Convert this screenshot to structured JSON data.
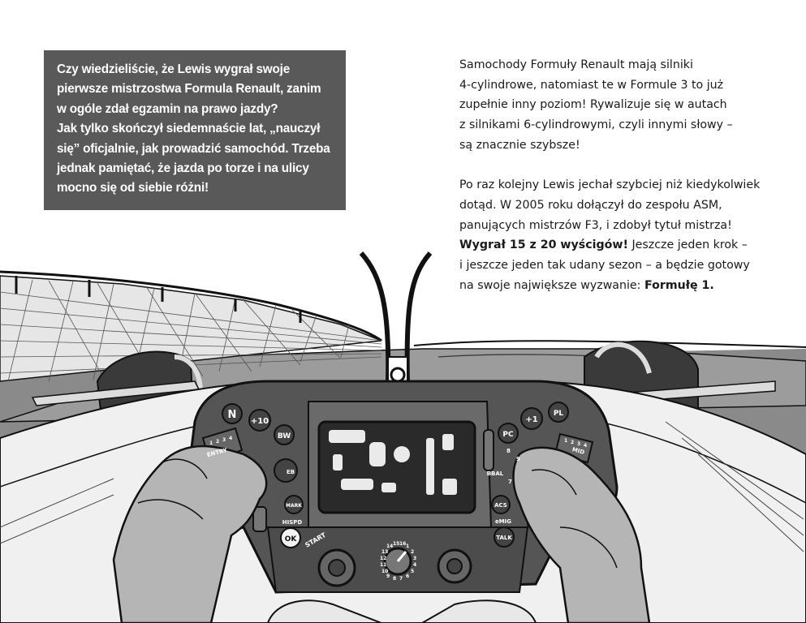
{
  "fact_box": {
    "lines": [
      "Czy wiedzieliście, że Lewis wygrał swoje",
      "pierwsze mistrzostwa Formula Renault, zanim",
      "w ogóle zdał egzamin na prawo jazdy?",
      "Jak tylko skończył siedemnaście lat, „nauczył",
      "się” oficjalnie, jak prowadzić samochód. Trzeba",
      "jednak pamiętać, że jazda po torze i na ulicy",
      "mocno się od siebie różni!"
    ]
  },
  "story": {
    "p1": [
      "Samochody Formuły Renault mają silniki",
      "4-cylindrowe, natomiast te w Formule 3 to już",
      "zupełnie inny poziom! Rywalizuje się w autach",
      "z silnikami 6-cylindrowymi, czyli innymi słowy –",
      "są znacznie szybsze!"
    ],
    "p2": [
      "Po raz kolejny Lewis jechał szybciej niż kiedykolwiek",
      "dotąd. W 2005 roku dołączył do zespołu ASM,",
      "panujących mistrzów F3, i zdobył tytuł mistrza!"
    ],
    "p2_bold": "Wygrał 15 z 20 wyścigów!",
    "p2_after_bold": " Jeszcze jeden krok –",
    "p2_line5": "i jeszcze jeden tak udany sezon – a będzie gotowy",
    "p2_line6_prefix": "na swoje największe wyzwanie: ",
    "p2_line6_bold": "Formułę 1."
  },
  "wheel": {
    "buttons": {
      "n": "N",
      "plus10": "+10",
      "bw": "BW",
      "pc": "PC",
      "plus1": "+1",
      "pl": "PL",
      "entry": "ENTRY",
      "mid": "MID",
      "mark": "MARK",
      "hispd": "HISPD",
      "ok": "OK",
      "start": "START",
      "bbal": "BBAL",
      "acs": "ACS",
      "emig": "eMIG",
      "talk": "TALK",
      "eb": "EB"
    },
    "dial_numbers": [
      "14",
      "15",
      "16",
      "1",
      "2",
      "3",
      "4",
      "5",
      "6",
      "7",
      "8",
      "9",
      "10",
      "11",
      "12",
      "13"
    ],
    "rotary_left": [
      "1",
      "2",
      "3",
      "4"
    ],
    "rotary_right": [
      "1",
      "2",
      "3",
      "4"
    ],
    "bbal_scale": [
      "8",
      "9",
      "7"
    ]
  },
  "colors": {
    "fact_box_bg": "#595959",
    "ink": "#111111",
    "glove": "#b5b5b5",
    "wheel": "#4a4a4a",
    "screen_glow": "#ffffff"
  }
}
